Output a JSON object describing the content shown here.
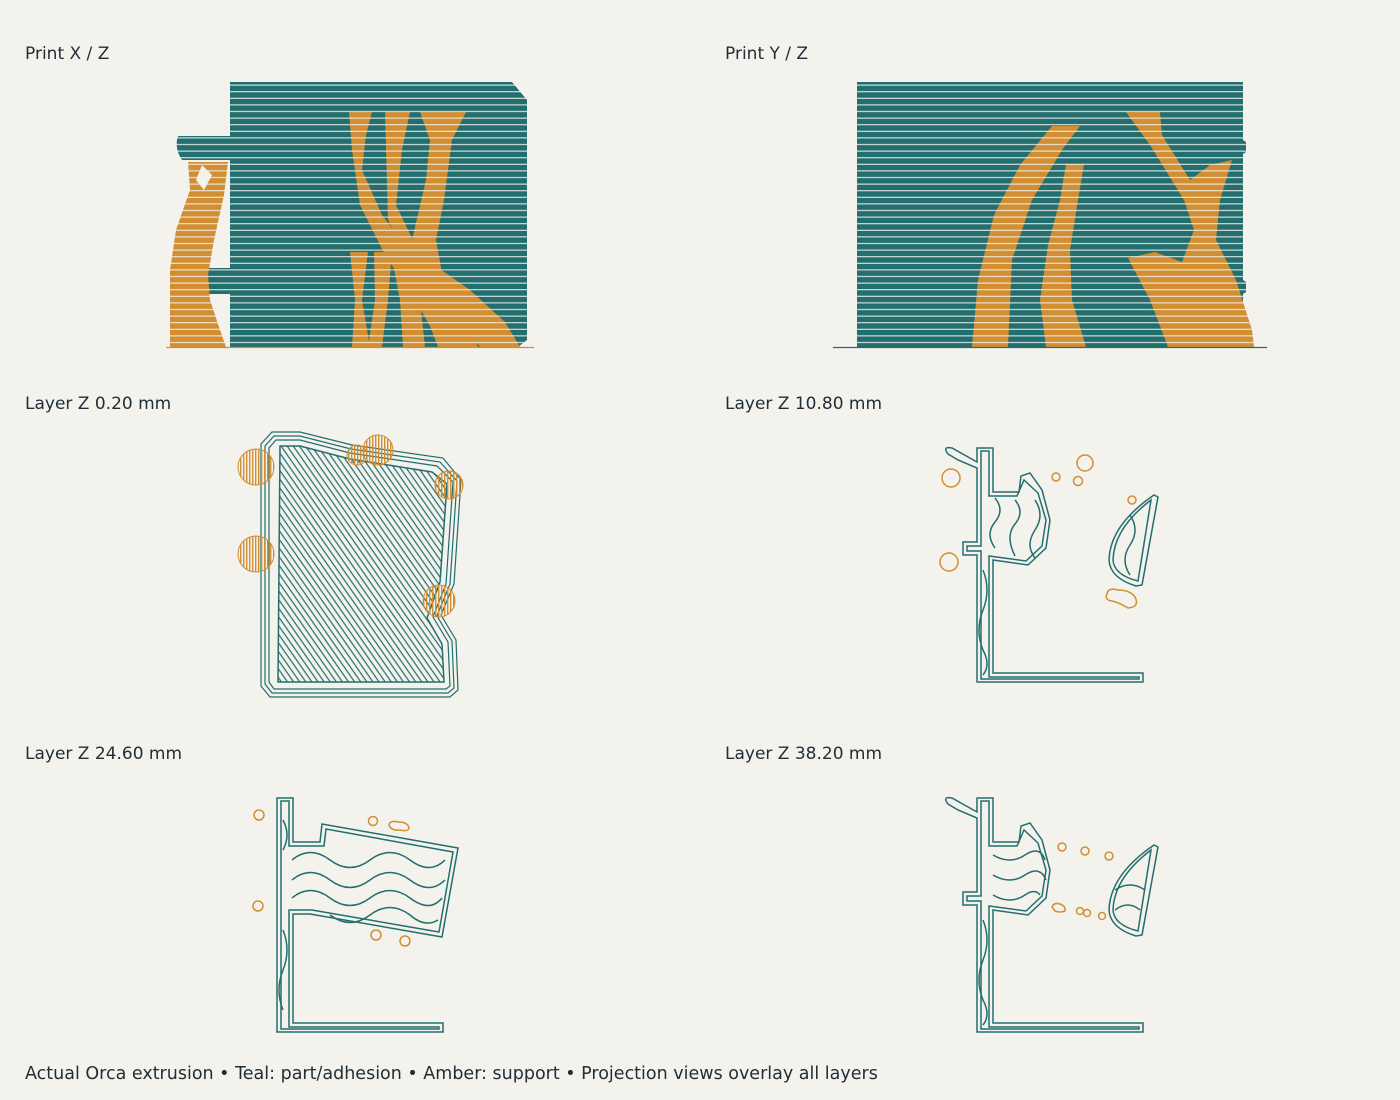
{
  "colors": {
    "background": "#f4f2ec",
    "part": "#236e6f",
    "support": "#d18e32",
    "text": "#1f2d36"
  },
  "panels": {
    "xz": {
      "title": "Print X / Z"
    },
    "yz": {
      "title": "Print Y / Z"
    },
    "l1": {
      "title": "Layer Z 0.20 mm"
    },
    "l2": {
      "title": "Layer Z 10.80 mm"
    },
    "l3": {
      "title": "Layer Z 24.60 mm"
    },
    "l4": {
      "title": "Layer Z 38.20 mm"
    }
  },
  "footer": "Actual Orca extrusion • Teal: part/adhesion • Amber: support • Projection views overlay all layers"
}
